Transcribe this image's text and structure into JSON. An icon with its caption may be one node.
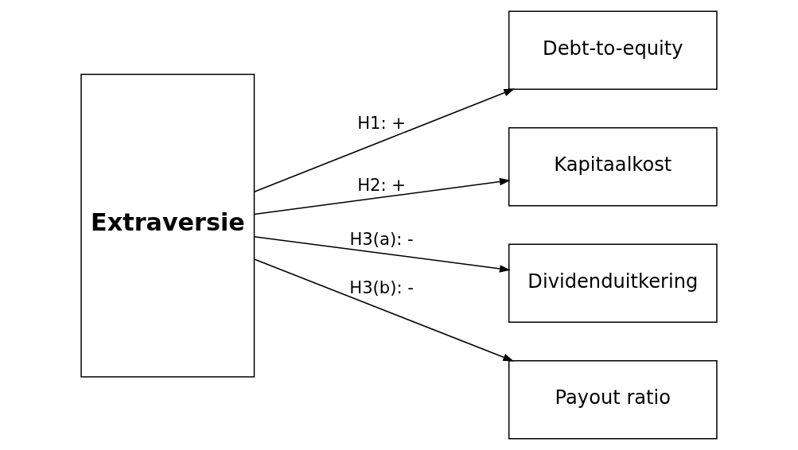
{
  "diagram": {
    "nodes": [
      {
        "text": [
          "Extraversie"
        ]
      },
      {
        "text": [
          "Debt-to-equity"
        ]
      },
      {
        "text": [
          "Kapitaalkost"
        ]
      },
      {
        "text": [
          "Dividenduitkering"
        ]
      },
      {
        "text": [
          "Payout ratio"
        ]
      }
    ],
    "edges": [
      {
        "from": 0,
        "to": 1,
        "arrow": "to",
        "label": "H1: +"
      },
      {
        "from": 0,
        "to": 2,
        "arrow": "to",
        "label": "H2: +"
      },
      {
        "from": 0,
        "to": 3,
        "arrow": "to",
        "label": "H3(a): -"
      },
      {
        "from": 0,
        "to": 4,
        "arrow": "to",
        "label": "H3(b): -"
      }
    ]
  }
}
